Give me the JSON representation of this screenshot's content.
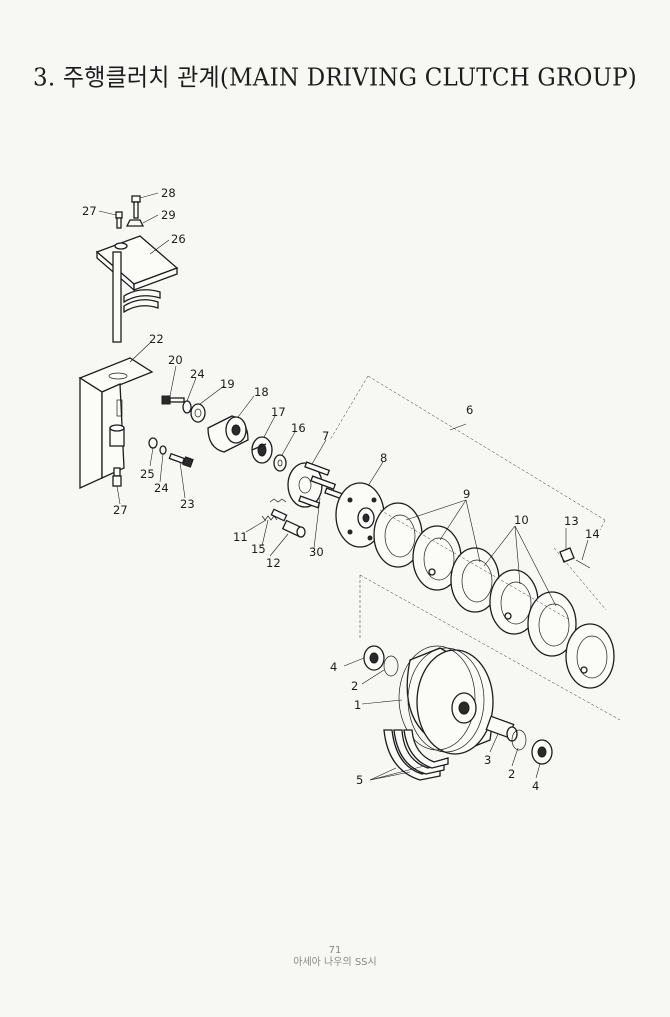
{
  "title": "3. 주행클러치 관계(MAIN DRIVING CLUTCH GROUP)",
  "footer": {
    "page_number": "71",
    "publisher": "아세아 나우의 SS시"
  },
  "callouts": [
    "1",
    "2",
    "2",
    "3",
    "4",
    "4",
    "5",
    "6",
    "7",
    "8",
    "9",
    "10",
    "11",
    "12",
    "13",
    "14",
    "15",
    "16",
    "17",
    "18",
    "19",
    "20",
    "22",
    "23",
    "24",
    "24",
    "25",
    "26",
    "27",
    "27",
    "28",
    "29",
    "30"
  ]
}
